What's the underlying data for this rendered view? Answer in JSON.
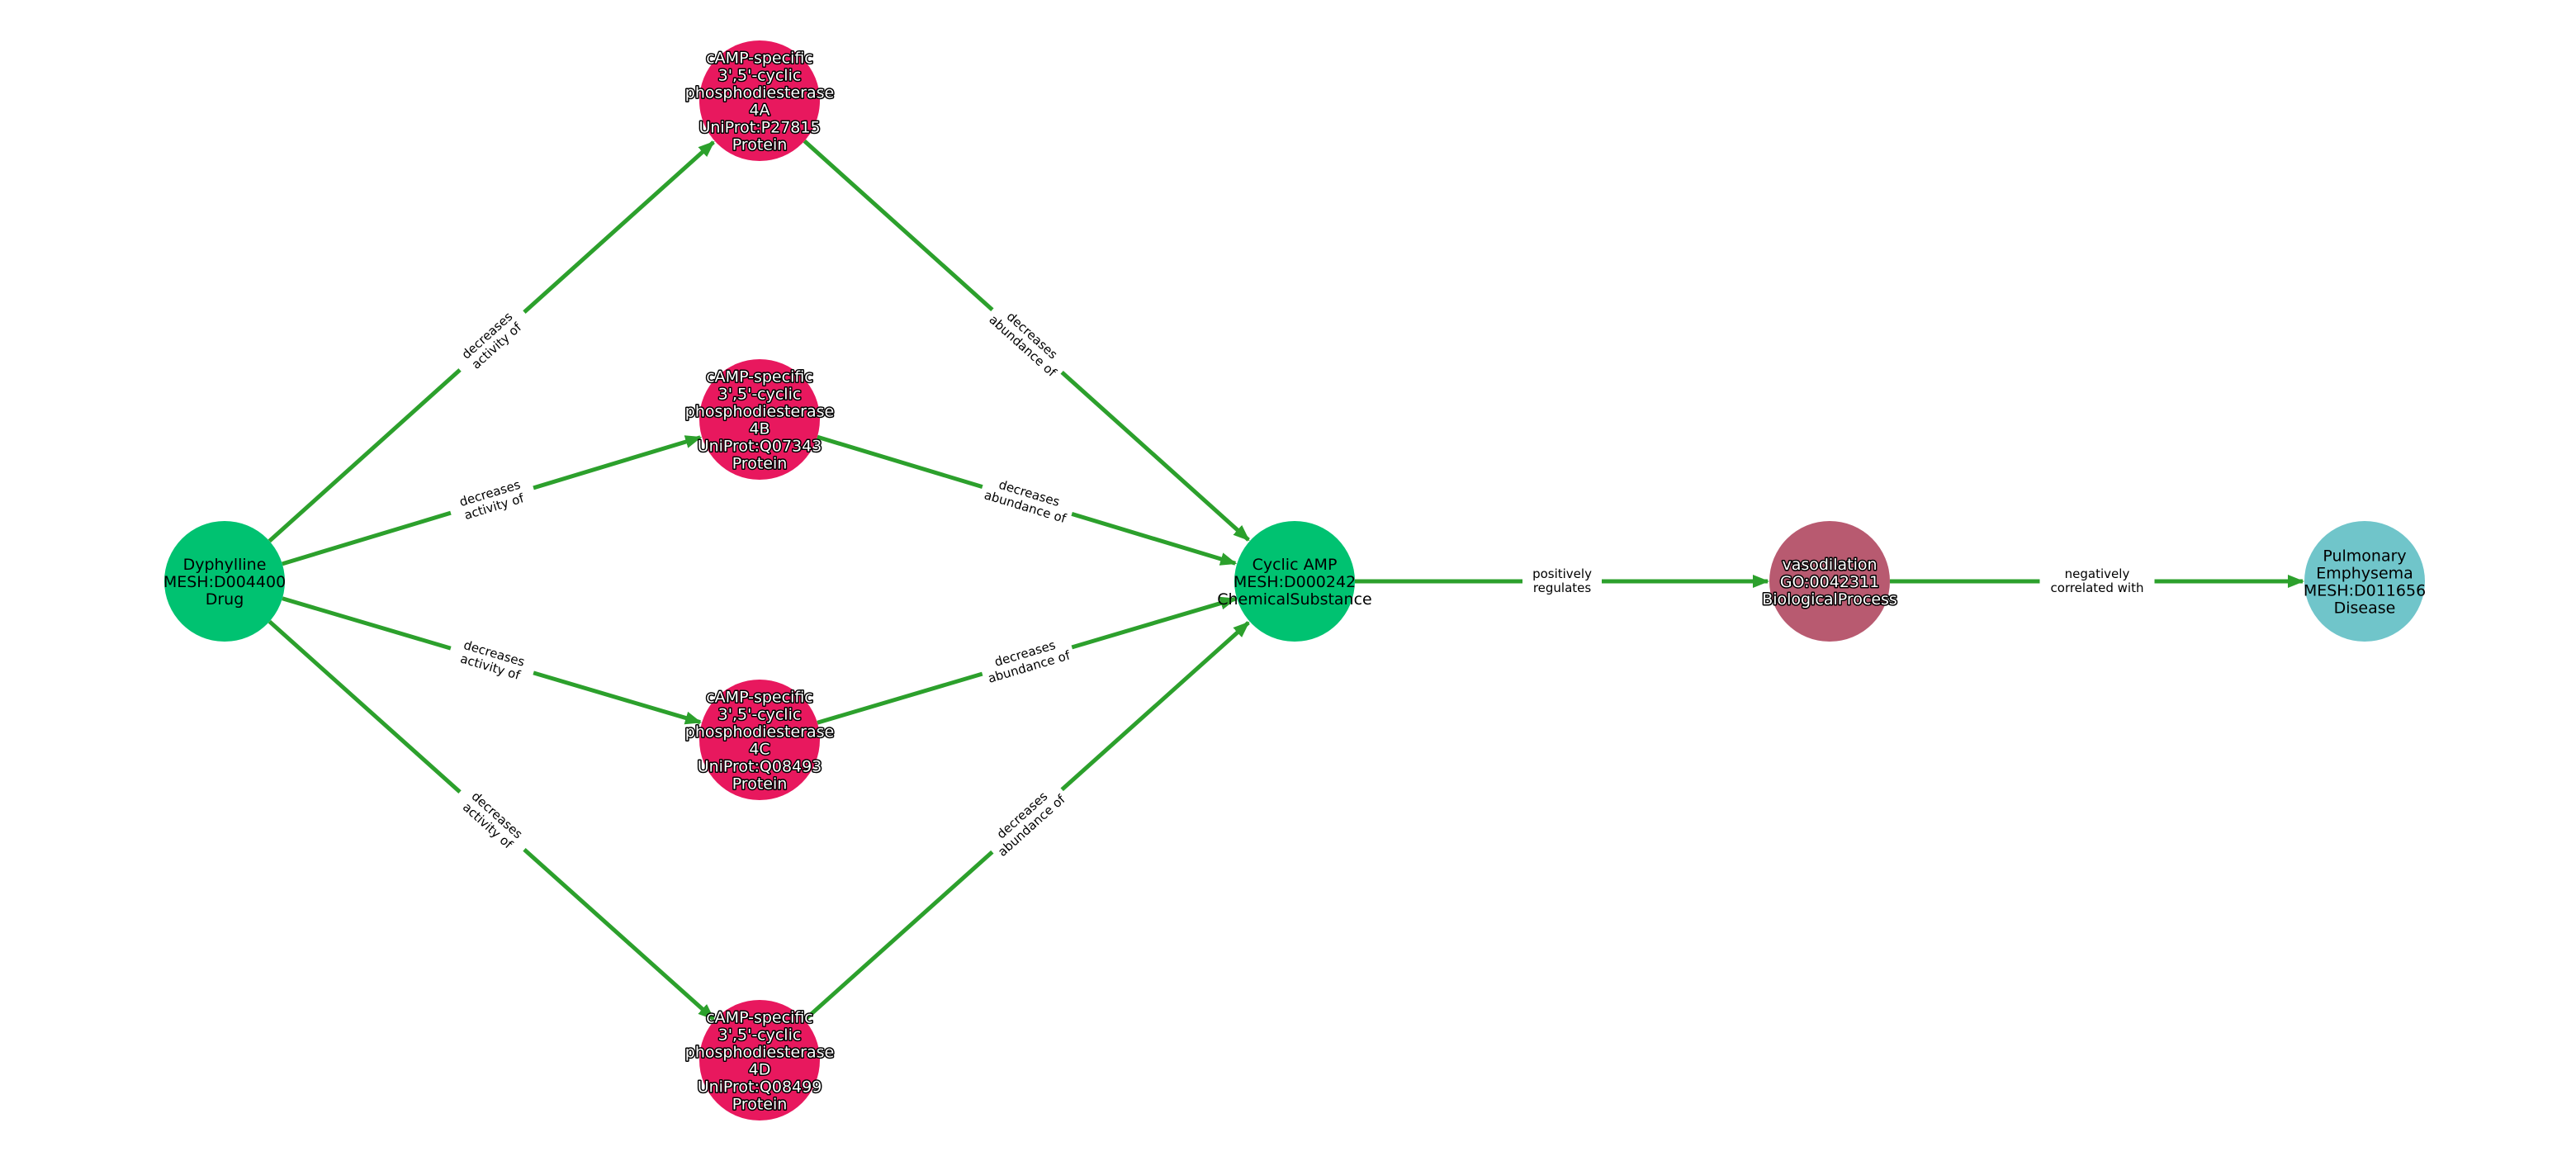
{
  "colors": {
    "edge": "#2ca02c",
    "Drug": "#00c271",
    "ChemicalSubstance": "#00c271",
    "Protein": "#e8185e",
    "BiologicalProcess": "#b85a70",
    "Disease": "#70c5ca"
  },
  "nodes": [
    {
      "id": "dyphylline",
      "type": "Drug",
      "lines": [
        "Dyphylline",
        "MESH:D004400",
        "Drug"
      ],
      "halo": false
    },
    {
      "id": "pde4a",
      "type": "Protein",
      "lines": [
        "cAMP-specific",
        "3',5'-cyclic",
        "phosphodiesterase",
        "4A",
        "UniProt:P27815",
        "Protein"
      ],
      "halo": true
    },
    {
      "id": "pde4b",
      "type": "Protein",
      "lines": [
        "cAMP-specific",
        "3',5'-cyclic",
        "phosphodiesterase",
        "4B",
        "UniProt:Q07343",
        "Protein"
      ],
      "halo": true
    },
    {
      "id": "pde4c",
      "type": "Protein",
      "lines": [
        "cAMP-specific",
        "3',5'-cyclic",
        "phosphodiesterase",
        "4C",
        "UniProt:Q08493",
        "Protein"
      ],
      "halo": true
    },
    {
      "id": "pde4d",
      "type": "Protein",
      "lines": [
        "cAMP-specific",
        "3',5'-cyclic",
        "phosphodiesterase",
        "4D",
        "UniProt:Q08499",
        "Protein"
      ],
      "halo": true
    },
    {
      "id": "camp",
      "type": "ChemicalSubstance",
      "lines": [
        "Cyclic AMP",
        "MESH:D000242",
        "ChemicalSubstance"
      ],
      "halo": false
    },
    {
      "id": "vaso",
      "type": "BiologicalProcess",
      "lines": [
        "vasodilation",
        "GO:0042311",
        "BiologicalProcess"
      ],
      "halo": true
    },
    {
      "id": "emphysema",
      "type": "Disease",
      "lines": [
        "Pulmonary",
        "Emphysema",
        "MESH:D011656",
        "Disease"
      ],
      "halo": false
    }
  ],
  "edges": [
    {
      "source": "dyphylline",
      "target": "pde4a",
      "lines": [
        "decreases",
        "activity of"
      ]
    },
    {
      "source": "dyphylline",
      "target": "pde4b",
      "lines": [
        "decreases",
        "activity of"
      ]
    },
    {
      "source": "dyphylline",
      "target": "pde4c",
      "lines": [
        "decreases",
        "activity of"
      ]
    },
    {
      "source": "dyphylline",
      "target": "pde4d",
      "lines": [
        "decreases",
        "activity of"
      ]
    },
    {
      "source": "pde4a",
      "target": "camp",
      "lines": [
        "decreases",
        "abundance of"
      ]
    },
    {
      "source": "pde4b",
      "target": "camp",
      "lines": [
        "decreases",
        "abundance of"
      ]
    },
    {
      "source": "pde4c",
      "target": "camp",
      "lines": [
        "decreases",
        "abundance of"
      ]
    },
    {
      "source": "pde4d",
      "target": "camp",
      "lines": [
        "decreases",
        "abundance of"
      ]
    },
    {
      "source": "camp",
      "target": "vaso",
      "lines": [
        "positively",
        "regulates"
      ]
    },
    {
      "source": "vaso",
      "target": "emphysema",
      "lines": [
        "negatively",
        "correlated with"
      ]
    }
  ]
}
